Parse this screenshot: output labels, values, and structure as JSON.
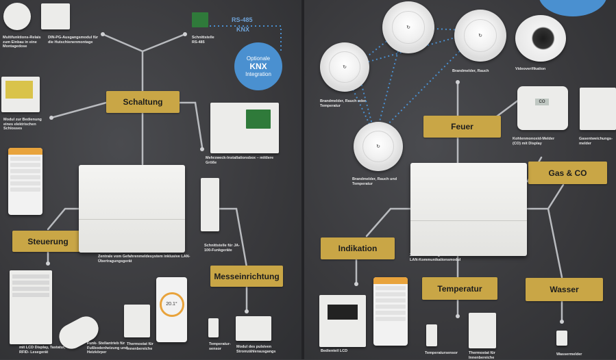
{
  "categories": {
    "schaltung": "Schaltung",
    "steuerung": "Steuerung",
    "messeinrichtung": "Messeinrichtung",
    "feuer": "Feuer",
    "gas_co": "Gas & CO",
    "indikation": "Indikation",
    "temperatur": "Temperatur",
    "wasser": "Wasser"
  },
  "captions": {
    "relay": "Multifunktions-Relais zum Einbau in eine Montagedose",
    "din": "DIN-PG-Ausgangsmodul für die Hutschienenmontage",
    "rs485_iface": "Schnittstelle RS-485",
    "lock": "Modul zur Bedienung eines elektrischen Schlosses",
    "install_box": "Mehrzweck-Installationsbox – mittlere Größe",
    "central_left": "Zentrale vom Gefahrenmeldesystem inklusive LAN-Übertragungsgerät",
    "ja100": "Schnittstelle für JA-100-Funkgeräte",
    "lcd_keypad": "mit LCD Display, Tastatur, RFID- Lesegerät",
    "actuator": "Funk- Stellantrieb für Fußbodenheizung und Heizkörper",
    "thermostat_left": "Thermostat für Innenbereiche",
    "temp_sensor_left": "Temperatur-sensor",
    "pulse_module": "Modul des pulsiven Stromzählerausgangs",
    "smoke_temp_1": "Brandmelder, Rauch oder Temperatur",
    "smoke": "Brandmelder, Rauch",
    "video": "Videoverifikation",
    "smoke_temp_2": "Brandmelder, Rauch und Temperatur",
    "co": "Kohlenmonoxid-Melder (CO) mit Display",
    "gas": "Gasentweichungs-melder",
    "central_right": "Zentrale mit eingebautem LAN-Kommunikationsmodul",
    "keypad_lcd": "Bedienteil LCD",
    "temp_sensor_right": "Temperatursensor",
    "thermostat_right": "Thermostat für Innenbereiche",
    "water": "Wassermelder"
  },
  "knx": {
    "line1": "Optionale",
    "line2": "KNX",
    "line3": "Integration",
    "rs485": "RS-485",
    "knx_label": "KNX"
  },
  "co_display": "CO",
  "thermostat_display": "20.1°"
}
